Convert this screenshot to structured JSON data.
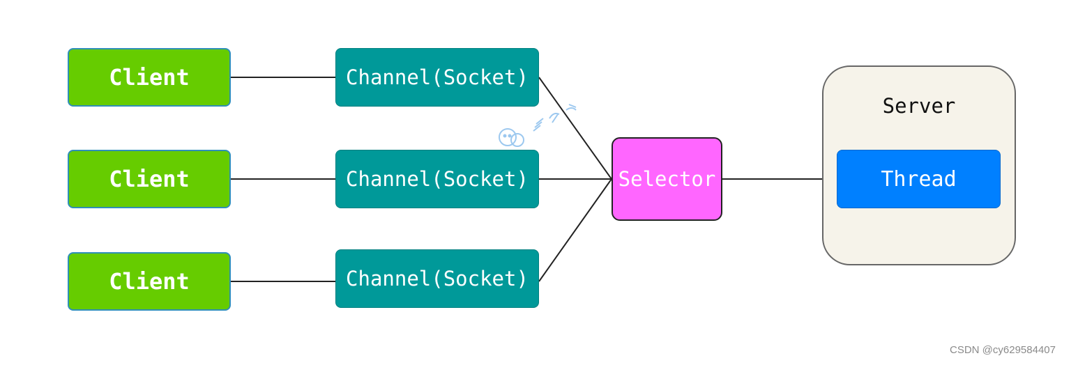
{
  "nodes": {
    "clients": [
      {
        "label": "Client"
      },
      {
        "label": "Client"
      },
      {
        "label": "Client"
      }
    ],
    "channels": [
      {
        "label": "Channel(Socket)"
      },
      {
        "label": "Channel(Socket)"
      },
      {
        "label": "Channel(Socket)"
      }
    ],
    "selector": {
      "label": "Selector"
    },
    "server": {
      "label": "Server",
      "thread_label": "Thread"
    }
  },
  "watermark": {
    "text": "CSDN @cy629584407"
  },
  "colors": {
    "client": "#66cc00",
    "channel": "#009999",
    "selector": "#ff66ff",
    "server_bg": "#f6f3ea",
    "thread": "#0080ff"
  }
}
